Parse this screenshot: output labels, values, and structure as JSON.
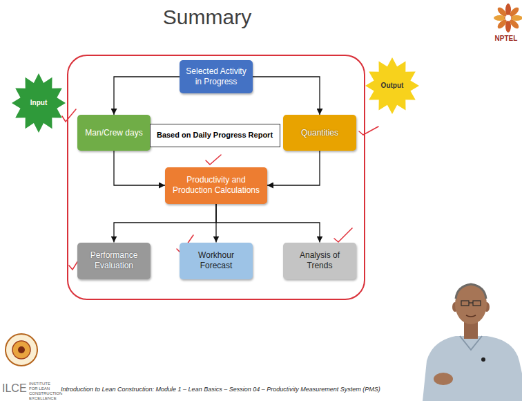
{
  "diagram": {
    "title": "Summary",
    "nodes": [
      {
        "text": [
          "Selected Activity in Progress"
        ]
      },
      {
        "text": [
          "Input"
        ]
      },
      {
        "text": [
          "Output"
        ]
      },
      {
        "text": [
          "Man/Crew days"
        ]
      },
      {
        "text": [
          "Based on Daily Progress Report"
        ]
      },
      {
        "text": [
          "Quantities"
        ]
      },
      {
        "text": [
          "Productivity and Production Calculations"
        ]
      },
      {
        "text": [
          "Performance Evaluation"
        ]
      },
      {
        "text": [
          "Workhour Forecast"
        ]
      },
      {
        "text": [
          "Analysis of Trends"
        ]
      }
    ],
    "edges": [
      {
        "from": 0,
        "to": 3,
        "arrow": "to"
      },
      {
        "from": 0,
        "to": 5,
        "arrow": "to"
      },
      {
        "from": 3,
        "to": 6,
        "arrow": "to"
      },
      {
        "from": 5,
        "to": 6,
        "arrow": "to"
      },
      {
        "from": 6,
        "to": 7,
        "arrow": "to"
      },
      {
        "from": 6,
        "to": 8,
        "arrow": "to"
      },
      {
        "from": 6,
        "to": 9,
        "arrow": "to"
      }
    ],
    "labels": [
      "NPTEL",
      "ILCE",
      "INSTITUTE FOR LEAN CONSTRUCTION EXCELLENCE",
      "Introduction to Lean Construction: Module 1 – Lean Basics – Session 04 – Productivity Measurement System (PMS)"
    ]
  }
}
